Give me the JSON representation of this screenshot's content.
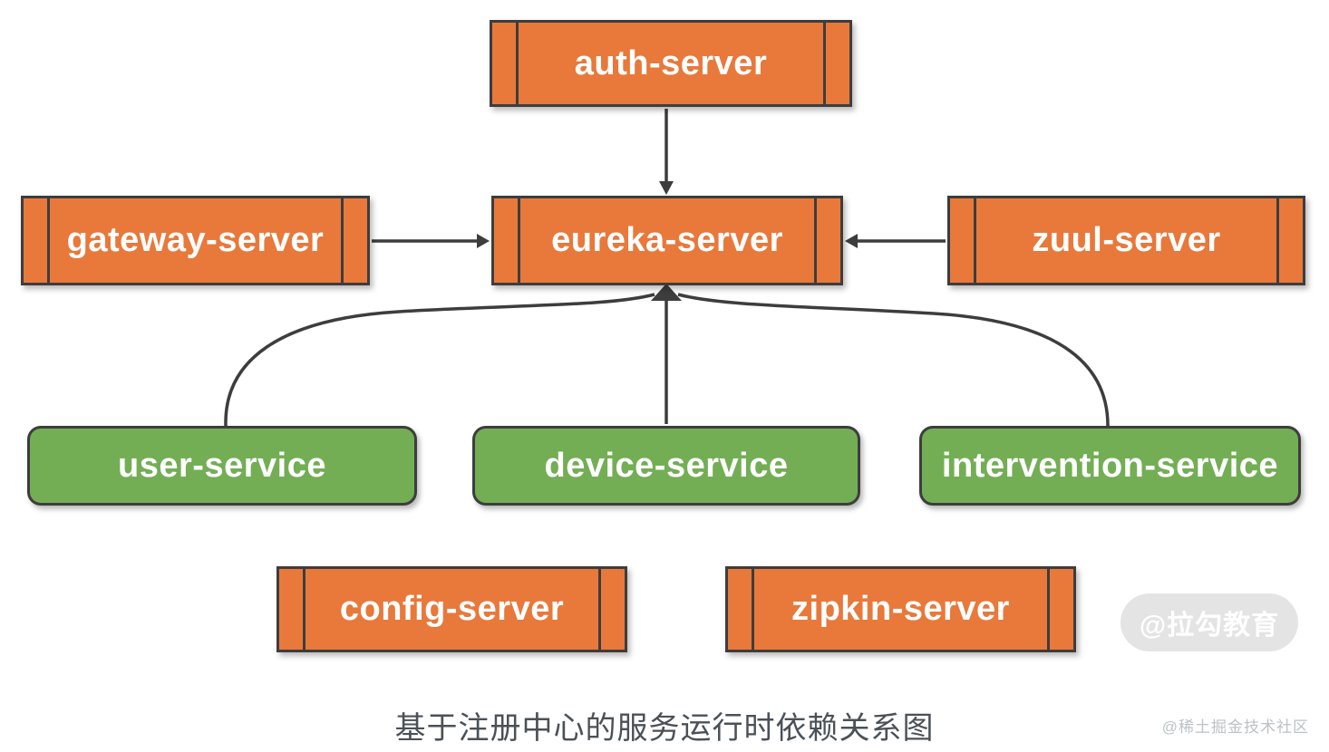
{
  "diagram": {
    "caption": "基于注册中心的服务运行时依赖关系图",
    "watermark": "@拉勾教育",
    "attribution": "@稀土掘金技术社区",
    "nodes": [
      {
        "label": "auth-server",
        "type": "component",
        "color": "orange"
      },
      {
        "label": "gateway-server",
        "type": "component",
        "color": "orange"
      },
      {
        "label": "eureka-server",
        "type": "component",
        "color": "orange"
      },
      {
        "label": "zuul-server",
        "type": "component",
        "color": "orange"
      },
      {
        "label": "user-service",
        "type": "service",
        "color": "green"
      },
      {
        "label": "device-service",
        "type": "service",
        "color": "green"
      },
      {
        "label": "intervention-service",
        "type": "service",
        "color": "green"
      },
      {
        "label": "config-server",
        "type": "component",
        "color": "orange"
      },
      {
        "label": "zipkin-server",
        "type": "component",
        "color": "orange"
      }
    ],
    "edges": [
      {
        "from": "auth-server",
        "to": "eureka-server",
        "style": "straight-down"
      },
      {
        "from": "gateway-server",
        "to": "eureka-server",
        "style": "straight-right"
      },
      {
        "from": "zuul-server",
        "to": "eureka-server",
        "style": "straight-left"
      },
      {
        "from": "user-service",
        "to": "eureka-server",
        "style": "curve-up"
      },
      {
        "from": "device-service",
        "to": "eureka-server",
        "style": "straight-up"
      },
      {
        "from": "intervention-service",
        "to": "eureka-server",
        "style": "curve-up"
      }
    ],
    "colors": {
      "orange_fill": "#E8793B",
      "green_fill": "#73AE55",
      "box_border": "#3D3D3D",
      "connector_line": "#3D3D3D",
      "box_text": "#FFFFFF",
      "caption_text": "#4B5157",
      "watermark_bg": "#E4E4E4",
      "watermark_text": "#FFFFFF",
      "attribution_text": "#BCC2C7",
      "background": "#FFFFFF"
    }
  }
}
